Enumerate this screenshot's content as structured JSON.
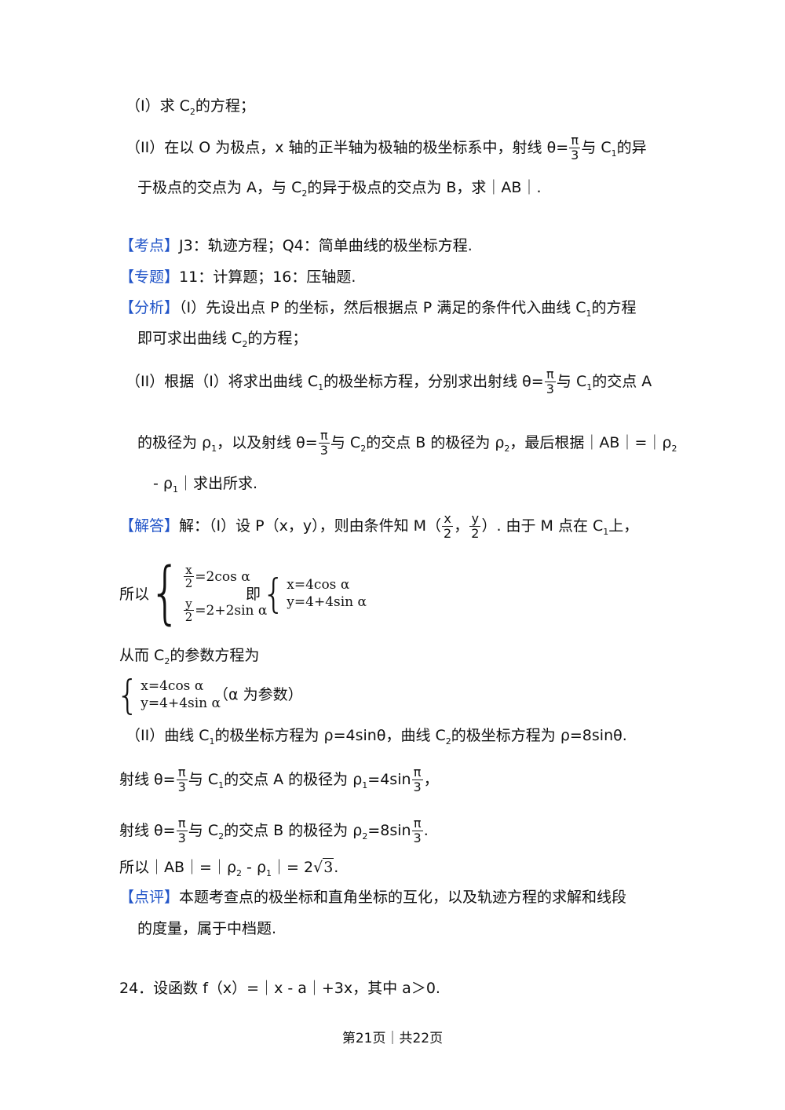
{
  "q1": {
    "label": "（I）",
    "text_a": "求 C",
    "sub": "2",
    "text_b": "的方程；"
  },
  "q2": {
    "label": "（II）",
    "text_a": "在以 O 为极点，x 轴的正半轴为极轴的极坐标系中，射线 θ=",
    "pi": "π",
    "three": "3",
    "text_b": "与 C",
    "sub1": "1",
    "text_c": "的异",
    "line2": "于极点的交点为 A，与 C",
    "sub2": "2",
    "line2b": "的异于极点的交点为 B，求｜AB｜."
  },
  "kaodian": {
    "tag": "【考点】",
    "text": "J3：轨迹方程；Q4：简单曲线的极坐标方程."
  },
  "zhuanti": {
    "tag": "【专题】",
    "text": "11：计算题；16：压轴题."
  },
  "fenxi": {
    "tag": "【分析】",
    "text_a": "（I）先设出点 P 的坐标，然后根据点 P 满足的条件代入曲线 C",
    "sub1": "1",
    "text_b": "的方程",
    "line2a": "即可求出曲线 C",
    "sub2": "2",
    "line2b": "的方程；",
    "line3a": "（II）根据（I）将求出曲线 C",
    "line3_sub": "1",
    "line3b": "的极坐标方程，分别求出射线 θ=",
    "line3c": "与 C",
    "line3_sub2": "1",
    "line3d": "的交点 A",
    "line4a": "的极径为 ρ",
    "line4_sub1": "1",
    "line4b": "，以及射线 θ=",
    "line4c": "与 C",
    "line4_sub2": "2",
    "line4d": "的交点 B 的极径为 ρ",
    "line4_sub3": "2",
    "line4e": "，最后根据｜AB｜=｜ρ",
    "line4_sub4": "2",
    "line5a": "- ρ",
    "line5_sub": "1",
    "line5b": "｜求出所求."
  },
  "jieda": {
    "tag": "【解答】",
    "text_a": "解：（I）设 P（x，y），则由条件知 M（",
    "x": "x",
    "y": "y",
    "two": "2",
    "comma": "，",
    "text_b": "）. 由于 M 点在 C",
    "sub": "1",
    "text_c": "上，",
    "suoyi": "所以",
    "ji": "即",
    "sys1_r1": "=2cos α",
    "sys1_r2": "=2+2sin α",
    "sys2_r1": "x=4cos α",
    "sys2_r2": "y=4+4sin α",
    "congr_a": "从而 C",
    "congr_sub": "2",
    "congr_b": "的参数方程为",
    "param": "（α 为参数）",
    "ii_a": "（II）曲线 C",
    "ii_sub1": "1",
    "ii_b": "的极坐标方程为 ρ=4sinθ，曲线 C",
    "ii_sub2": "2",
    "ii_c": "的极坐标方程为 ρ=8sinθ.",
    "ray1_a": "射线 θ=",
    "ray1_b": "与 C",
    "ray1_sub": "1",
    "ray1_c": "的交点 A 的极径为 ρ",
    "ray1_sub2": "1",
    "ray1_d": "=4sin",
    "ray1_e": "，",
    "ray2_a": "射线 θ=",
    "ray2_b": "与 C",
    "ray2_sub": "2",
    "ray2_c": "的交点 B 的极径为 ρ",
    "ray2_sub2": "2",
    "ray2_d": "=8sin",
    "ray2_e": ".",
    "final_a": "所以｜AB｜=｜ρ",
    "final_sub1": "2",
    "final_b": " - ρ",
    "final_sub2": "1",
    "final_c": "｜= 2",
    "final_root": "3",
    "final_d": "."
  },
  "dianping": {
    "tag": "【点评】",
    "text": "本题考查点的极坐标和直角坐标的互化，以及轨迹方程的求解和线段",
    "line2": "的度量，属于中档题."
  },
  "q24": {
    "text": "24．设函数 f（x）=｜x - a｜+3x，其中 a＞0."
  },
  "footer": {
    "text": "第21页｜共22页"
  }
}
